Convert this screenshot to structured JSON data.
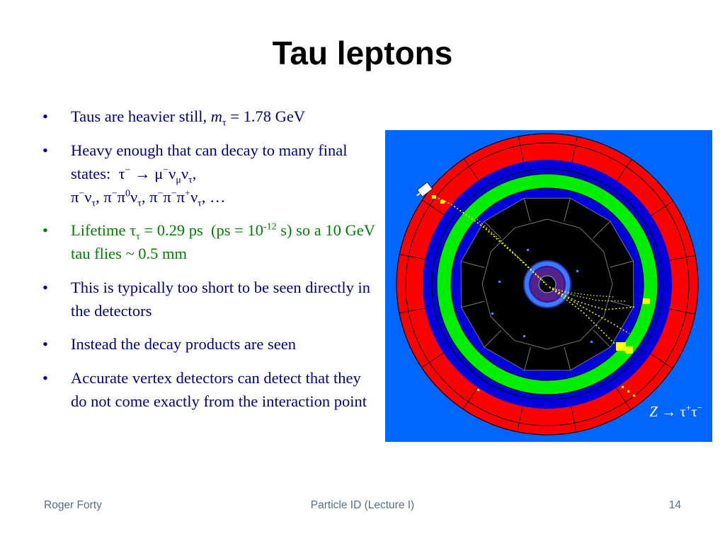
{
  "slide": {
    "title": "Tau leptons"
  },
  "bullets": [
    {
      "text": "Taus are heavier still, mτ = 1.78 GeV",
      "segments": [
        {
          "t": "Taus are heavier still, "
        },
        {
          "t": "m",
          "i": true
        },
        {
          "t": "τ",
          "sub": true
        },
        {
          "t": " = 1.78 GeV"
        }
      ]
    },
    {
      "text": "Heavy enough that can decay to many final states: τ− → μ−νμντ, π−ντ, π−π0ντ, π−π−π+ντ, …",
      "segments": [
        {
          "t": "Heavy enough that can decay to many final states:  τ"
        },
        {
          "t": "−",
          "sup": true
        },
        {
          "t": " → μ"
        },
        {
          "t": "−",
          "sup": true
        },
        {
          "t": "ν"
        },
        {
          "t": "μ",
          "sub": true
        },
        {
          "t": "ν"
        },
        {
          "t": "τ",
          "sub": true
        },
        {
          "t": ", "
        },
        {
          "br": true
        },
        {
          "t": "π"
        },
        {
          "t": "−",
          "sup": true
        },
        {
          "t": "ν"
        },
        {
          "t": "τ",
          "sub": true
        },
        {
          "t": ", π"
        },
        {
          "t": "−",
          "sup": true
        },
        {
          "t": "π"
        },
        {
          "t": "0",
          "sup": true
        },
        {
          "t": "ν"
        },
        {
          "t": "τ",
          "sub": true
        },
        {
          "t": ", π"
        },
        {
          "t": "−",
          "sup": true
        },
        {
          "t": "π"
        },
        {
          "t": "−",
          "sup": true
        },
        {
          "t": "π"
        },
        {
          "t": "+",
          "sup": true
        },
        {
          "t": "ν"
        },
        {
          "t": "τ",
          "sub": true
        },
        {
          "t": ", …"
        }
      ]
    },
    {
      "text": "Lifetime ττ = 0.29 ps (ps = 10-12 s) so a 10 GeV tau flies ~ 0.5 mm",
      "color": "green",
      "segments": [
        {
          "t": "Lifetime τ"
        },
        {
          "t": "τ",
          "sub": true
        },
        {
          "t": " = 0.29 ps  (ps = 10"
        },
        {
          "t": "-12",
          "sup": true
        },
        {
          "t": " s) so a 10 GeV tau flies ~ 0.5 mm"
        }
      ]
    },
    {
      "text": "This is typically too short to be seen directly in the detectors",
      "segments": [
        {
          "t": "This is typically too short to be seen directly in the detectors"
        }
      ]
    },
    {
      "text": "Instead the decay products are seen",
      "segments": [
        {
          "t": "Instead the decay products are seen"
        }
      ]
    },
    {
      "text": "Accurate vertex detectors can detect that they do not come exactly from the interaction point",
      "segments": [
        {
          "t": "Accurate vertex detectors can detect that they do not come exactly from the interaction point"
        }
      ]
    }
  ],
  "figure": {
    "caption": "Z → τ+τ−",
    "caption_segments": [
      {
        "t": "Z",
        "i": true
      },
      {
        "t": " → τ"
      },
      {
        "t": "+",
        "sup": true
      },
      {
        "t": "τ"
      },
      {
        "t": "−",
        "sup": true
      }
    ],
    "colors": {
      "background": "#0066ff",
      "outer_calorimeter": "#ff0000",
      "ring_blue": "#0000dd",
      "ring_green": "#00ee00",
      "inner_tracker": "#000000",
      "tracks": "#ffff00"
    }
  },
  "footer": {
    "author": "Roger Forty",
    "course": "Particle ID  (Lecture I)",
    "page": "14"
  }
}
